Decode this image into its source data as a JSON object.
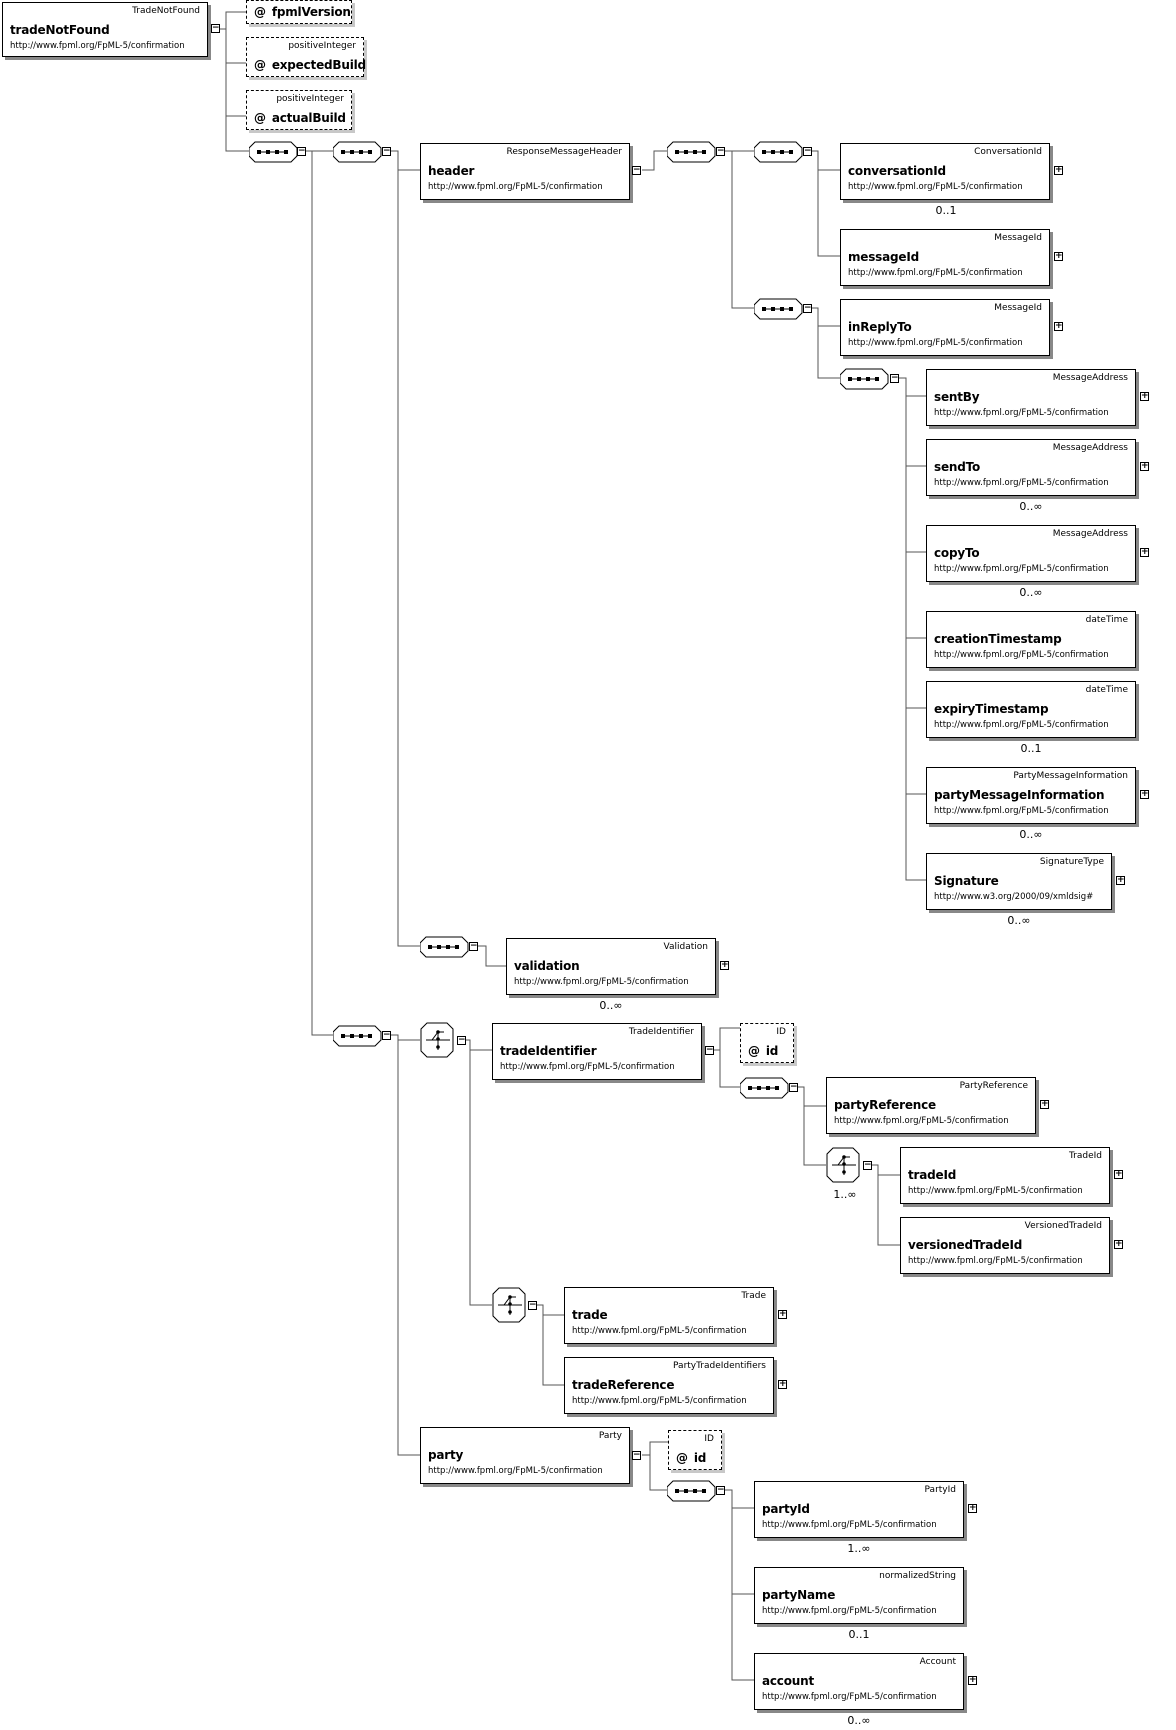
{
  "root": {
    "type": "TradeNotFound",
    "name": "tradeNotFound",
    "ns": "http://www.fpml.org/FpML-5/confirmation"
  },
  "attributes": [
    {
      "type": "",
      "name": "fpmlVersion"
    },
    {
      "type": "positiveInteger",
      "name": "expectedBuild"
    },
    {
      "type": "positiveInteger",
      "name": "actualBuild"
    }
  ],
  "at_symbol": "@",
  "nodes": {
    "header": {
      "type": "ResponseMessageHeader",
      "name": "header",
      "ns": "http://www.fpml.org/FpML-5/confirmation"
    },
    "conversationId": {
      "type": "ConversationId",
      "name": "conversationId",
      "ns": "http://www.fpml.org/FpML-5/confirmation",
      "mult": "0..1"
    },
    "messageId": {
      "type": "MessageId",
      "name": "messageId",
      "ns": "http://www.fpml.org/FpML-5/confirmation"
    },
    "inReplyTo": {
      "type": "MessageId",
      "name": "inReplyTo",
      "ns": "http://www.fpml.org/FpML-5/confirmation"
    },
    "sentBy": {
      "type": "MessageAddress",
      "name": "sentBy",
      "ns": "http://www.fpml.org/FpML-5/confirmation"
    },
    "sendTo": {
      "type": "MessageAddress",
      "name": "sendTo",
      "ns": "http://www.fpml.org/FpML-5/confirmation",
      "mult": "0..∞"
    },
    "copyTo": {
      "type": "MessageAddress",
      "name": "copyTo",
      "ns": "http://www.fpml.org/FpML-5/confirmation",
      "mult": "0..∞"
    },
    "creationTimestamp": {
      "type": "dateTime",
      "name": "creationTimestamp",
      "ns": "http://www.fpml.org/FpML-5/confirmation"
    },
    "expiryTimestamp": {
      "type": "dateTime",
      "name": "expiryTimestamp",
      "ns": "http://www.fpml.org/FpML-5/confirmation",
      "mult": "0..1"
    },
    "partyMessageInformation": {
      "type": "PartyMessageInformation",
      "name": "partyMessageInformation",
      "ns": "http://www.fpml.org/FpML-5/confirmation",
      "mult": "0..∞"
    },
    "signature": {
      "type": "SignatureType",
      "name": "Signature",
      "ns": "http://www.w3.org/2000/09/xmldsig#",
      "mult": "0..∞"
    },
    "validation": {
      "type": "Validation",
      "name": "validation",
      "ns": "http://www.fpml.org/FpML-5/confirmation",
      "mult": "0..∞"
    },
    "tradeIdentifier": {
      "type": "TradeIdentifier",
      "name": "tradeIdentifier",
      "ns": "http://www.fpml.org/FpML-5/confirmation"
    },
    "tradeIdentifierId": {
      "type": "ID",
      "name": "id"
    },
    "partyReference": {
      "type": "PartyReference",
      "name": "partyReference",
      "ns": "http://www.fpml.org/FpML-5/confirmation"
    },
    "tradeId": {
      "type": "TradeId",
      "name": "tradeId",
      "ns": "http://www.fpml.org/FpML-5/confirmation"
    },
    "versionedTradeId": {
      "type": "VersionedTradeId",
      "name": "versionedTradeId",
      "ns": "http://www.fpml.org/FpML-5/confirmation"
    },
    "trade": {
      "type": "Trade",
      "name": "trade",
      "ns": "http://www.fpml.org/FpML-5/confirmation"
    },
    "tradeReference": {
      "type": "PartyTradeIdentifiers",
      "name": "tradeReference",
      "ns": "http://www.fpml.org/FpML-5/confirmation"
    },
    "party": {
      "type": "Party",
      "name": "party",
      "ns": "http://www.fpml.org/FpML-5/confirmation"
    },
    "partyIdAttr": {
      "type": "ID",
      "name": "id"
    },
    "partyId": {
      "type": "PartyId",
      "name": "partyId",
      "ns": "http://www.fpml.org/FpML-5/confirmation",
      "mult": "1..∞"
    },
    "partyName": {
      "type": "normalizedString",
      "name": "partyName",
      "ns": "http://www.fpml.org/FpML-5/confirmation",
      "mult": "0..1"
    },
    "account": {
      "type": "Account",
      "name": "account",
      "ns": "http://www.fpml.org/FpML-5/confirmation",
      "mult": "0..∞"
    }
  },
  "choice_mult": "1..∞",
  "collapse_symbol": "−",
  "expand_symbol": "+"
}
